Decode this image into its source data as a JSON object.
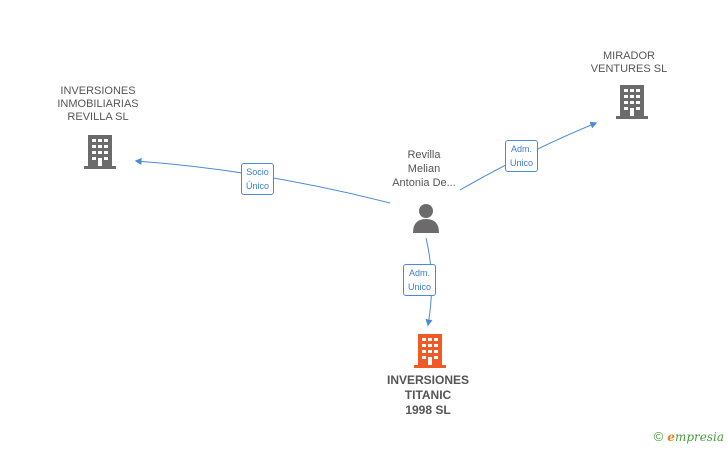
{
  "nodes": {
    "inmobiliarias": {
      "lines": [
        "INVERSIONES",
        "INMOBILIARIAS",
        "REVILLA SL"
      ],
      "icon": "building-icon",
      "color": "#6b6b6b"
    },
    "mirador": {
      "lines": [
        "MIRADOR",
        "VENTURES SL"
      ],
      "icon": "building-icon",
      "color": "#6b6b6b"
    },
    "person": {
      "lines": [
        "Revilla",
        "Melian",
        "Antonia De..."
      ],
      "icon": "person-icon",
      "color": "#6b6b6b"
    },
    "titanic": {
      "lines": [
        "INVERSIONES",
        "TITANIC",
        "1998 SL"
      ],
      "icon": "building-icon",
      "color": "#f05a24"
    }
  },
  "edges": {
    "to_inmobiliarias": {
      "lines": [
        "Socio",
        "Único"
      ]
    },
    "to_mirador": {
      "lines": [
        "Adm.",
        "Unico"
      ]
    },
    "to_titanic": {
      "lines": [
        "Adm.",
        "Unico"
      ]
    }
  },
  "edge_color": "#4a8bd6",
  "brand": {
    "copyright": "©",
    "initial": "e",
    "name": "mpresia"
  }
}
